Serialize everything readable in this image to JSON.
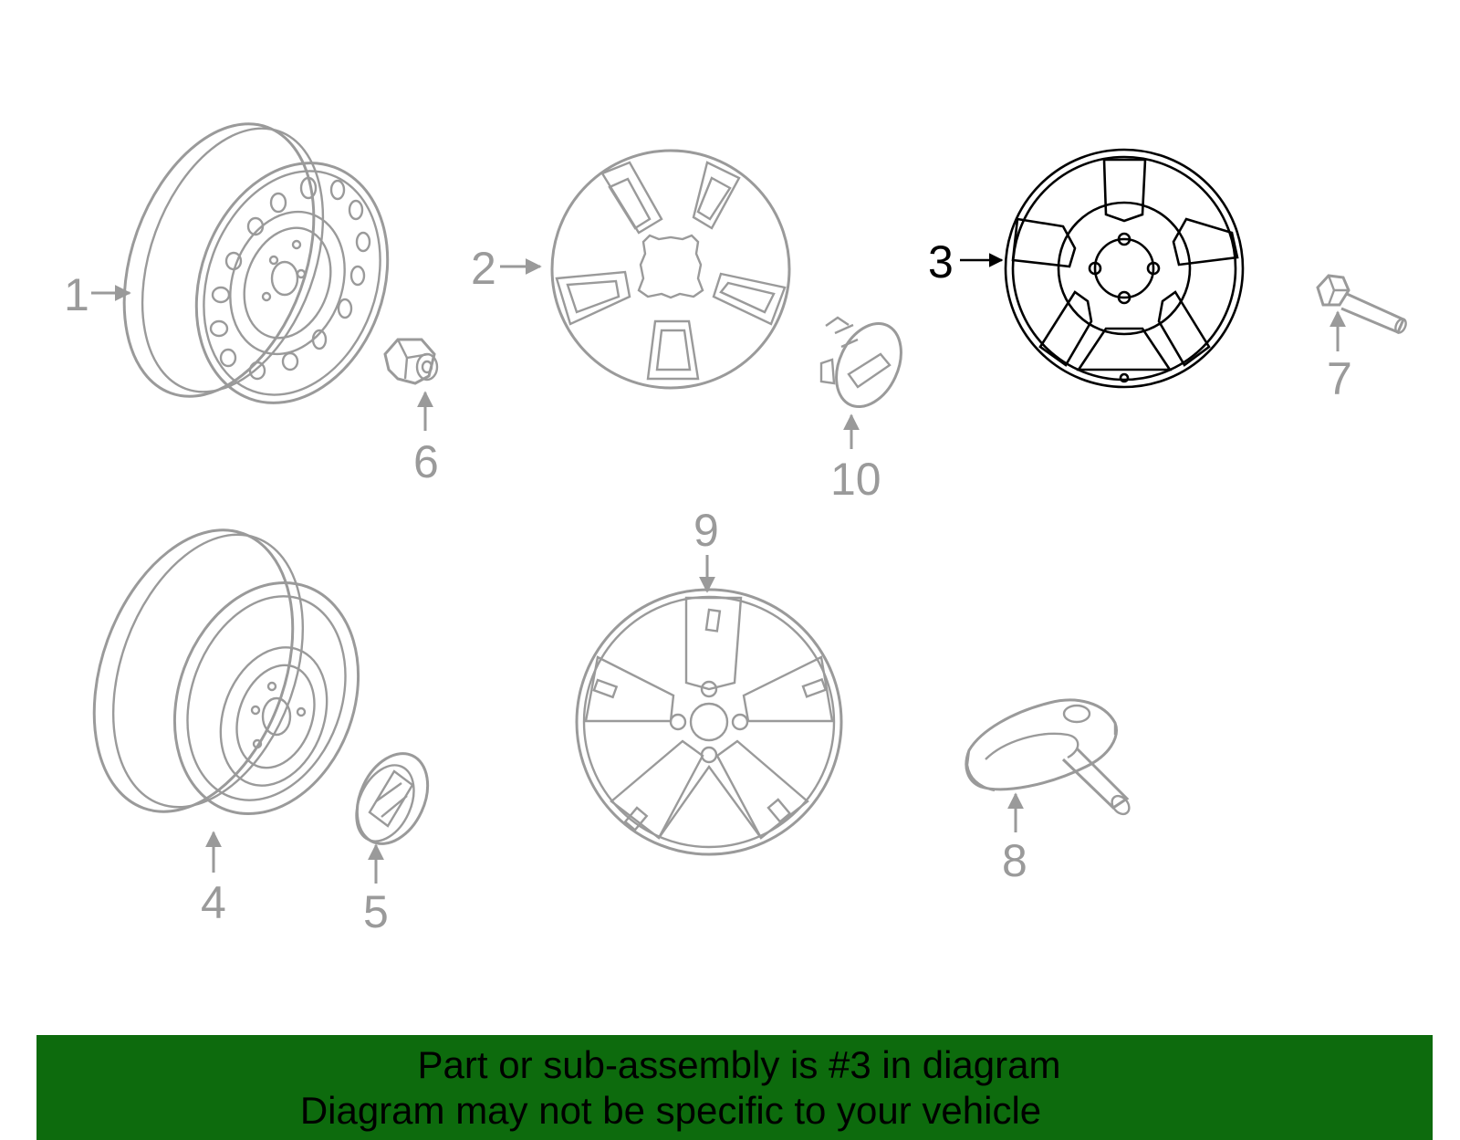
{
  "callouts": {
    "c1": "1",
    "c2": "2",
    "c3": "3",
    "c4": "4",
    "c5": "5",
    "c6": "6",
    "c7": "7",
    "c8": "8",
    "c9": "9",
    "c10": "10"
  },
  "highlighted_part": "3",
  "colors": {
    "banner": "#0d6b0d",
    "highlight": "#000000",
    "other_parts": "#9a9a9a"
  },
  "banner": {
    "line1": "Part or sub-assembly is #3 in diagram",
    "line2": "Diagram may not be specific to your vehicle"
  }
}
